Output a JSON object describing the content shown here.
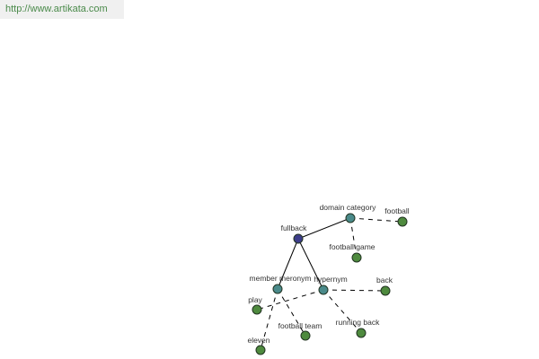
{
  "source_url": "http://www.artikata.com",
  "colors": {
    "root": "#3d3d8a",
    "relation": "#4a8a8a",
    "term": "#4e8a3e"
  },
  "nodes": [
    {
      "id": "fullback",
      "label": "fullback",
      "kind": "root"
    },
    {
      "id": "domain_category",
      "label": "domain category",
      "kind": "relation"
    },
    {
      "id": "member_meronym",
      "label": "member meronym",
      "kind": "relation"
    },
    {
      "id": "hypernym",
      "label": "hypernym",
      "kind": "relation"
    },
    {
      "id": "football",
      "label": "football",
      "kind": "term"
    },
    {
      "id": "football_game",
      "label": "football game",
      "kind": "term"
    },
    {
      "id": "back",
      "label": "back",
      "kind": "term"
    },
    {
      "id": "play",
      "label": "play",
      "kind": "term"
    },
    {
      "id": "football_team",
      "label": "football team",
      "kind": "term"
    },
    {
      "id": "running_back",
      "label": "running back",
      "kind": "term"
    },
    {
      "id": "eleven",
      "label": "eleven",
      "kind": "term"
    }
  ],
  "edges": [
    {
      "from": "fullback",
      "to": "domain_category",
      "style": "solid"
    },
    {
      "from": "fullback",
      "to": "member_meronym",
      "style": "solid"
    },
    {
      "from": "fullback",
      "to": "hypernym",
      "style": "solid"
    },
    {
      "from": "domain_category",
      "to": "football",
      "style": "dashed"
    },
    {
      "from": "domain_category",
      "to": "football_game",
      "style": "dashed"
    },
    {
      "from": "hypernym",
      "to": "back",
      "style": "dashed"
    },
    {
      "from": "hypernym",
      "to": "play",
      "style": "dashed"
    },
    {
      "from": "hypernym",
      "to": "running_back",
      "style": "dashed"
    },
    {
      "from": "member_meronym",
      "to": "football_team",
      "style": "dashed"
    },
    {
      "from": "member_meronym",
      "to": "eleven",
      "style": "dashed"
    }
  ]
}
